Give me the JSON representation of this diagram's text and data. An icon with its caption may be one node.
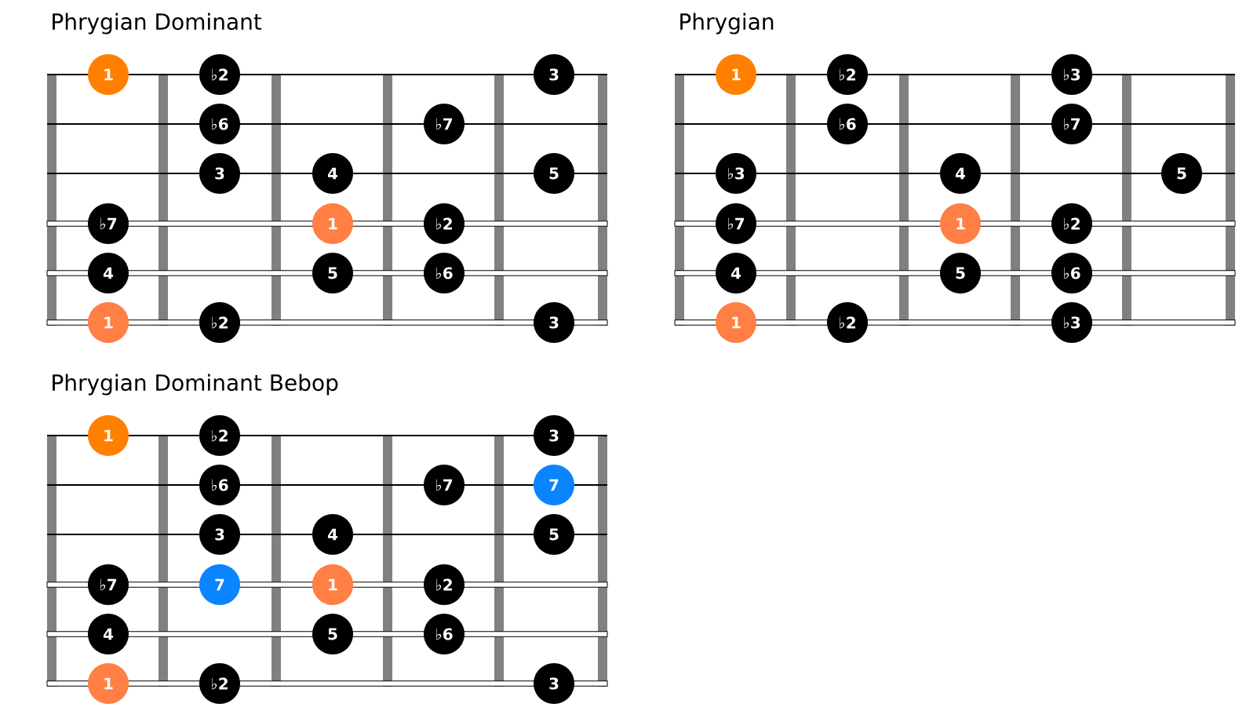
{
  "diagram": {
    "nodes": [
      {
        "text": [
          "Phrygian Dominant"
        ]
      },
      {
        "text": [
          "1"
        ],
        "in": 0
      },
      {
        "text": [
          "♭2"
        ],
        "in": 0
      },
      {
        "text": [
          "3"
        ],
        "in": 0
      },
      {
        "text": [
          "♭6"
        ],
        "in": 0
      },
      {
        "text": [
          "♭7"
        ],
        "in": 0
      },
      {
        "text": [
          "3"
        ],
        "in": 0
      },
      {
        "text": [
          "4"
        ],
        "in": 0
      },
      {
        "text": [
          "5"
        ],
        "in": 0
      },
      {
        "text": [
          "♭7"
        ],
        "in": 0
      },
      {
        "text": [
          "1"
        ],
        "in": 0
      },
      {
        "text": [
          "♭2"
        ],
        "in": 0
      },
      {
        "text": [
          "4"
        ],
        "in": 0
      },
      {
        "text": [
          "5"
        ],
        "in": 0
      },
      {
        "text": [
          "♭6"
        ],
        "in": 0
      },
      {
        "text": [
          "1"
        ],
        "in": 0
      },
      {
        "text": [
          "♭2"
        ],
        "in": 0
      },
      {
        "text": [
          "3"
        ],
        "in": 0
      },
      {
        "text": [
          "Phrygian"
        ]
      },
      {
        "text": [
          "1"
        ],
        "in": 18
      },
      {
        "text": [
          "♭2"
        ],
        "in": 18
      },
      {
        "text": [
          "♭3"
        ],
        "in": 18
      },
      {
        "text": [
          "♭6"
        ],
        "in": 18
      },
      {
        "text": [
          "♭7"
        ],
        "in": 18
      },
      {
        "text": [
          "♭3"
        ],
        "in": 18
      },
      {
        "text": [
          "4"
        ],
        "in": 18
      },
      {
        "text": [
          "5"
        ],
        "in": 18
      },
      {
        "text": [
          "♭7"
        ],
        "in": 18
      },
      {
        "text": [
          "1"
        ],
        "in": 18
      },
      {
        "text": [
          "♭2"
        ],
        "in": 18
      },
      {
        "text": [
          "4"
        ],
        "in": 18
      },
      {
        "text": [
          "5"
        ],
        "in": 18
      },
      {
        "text": [
          "♭6"
        ],
        "in": 18
      },
      {
        "text": [
          "1"
        ],
        "in": 18
      },
      {
        "text": [
          "♭2"
        ],
        "in": 18
      },
      {
        "text": [
          "♭3"
        ],
        "in": 18
      },
      {
        "text": [
          "Phrygian Dominant Bebop"
        ]
      },
      {
        "text": [
          "1"
        ],
        "in": 36
      },
      {
        "text": [
          "♭2"
        ],
        "in": 36
      },
      {
        "text": [
          "3"
        ],
        "in": 36
      },
      {
        "text": [
          "♭6"
        ],
        "in": 36
      },
      {
        "text": [
          "♭7"
        ],
        "in": 36
      },
      {
        "text": [
          "7"
        ],
        "in": 36
      },
      {
        "text": [
          "3"
        ],
        "in": 36
      },
      {
        "text": [
          "4"
        ],
        "in": 36
      },
      {
        "text": [
          "5"
        ],
        "in": 36
      },
      {
        "text": [
          "♭7"
        ],
        "in": 36
      },
      {
        "text": [
          "7"
        ],
        "in": 36
      },
      {
        "text": [
          "1"
        ],
        "in": 36
      },
      {
        "text": [
          "♭2"
        ],
        "in": 36
      },
      {
        "text": [
          "4"
        ],
        "in": 36
      },
      {
        "text": [
          "5"
        ],
        "in": 36
      },
      {
        "text": [
          "♭6"
        ],
        "in": 36
      },
      {
        "text": [
          "1"
        ],
        "in": 36
      },
      {
        "text": [
          "♭2"
        ],
        "in": 36
      },
      {
        "text": [
          "3"
        ],
        "in": 36
      }
    ]
  }
}
